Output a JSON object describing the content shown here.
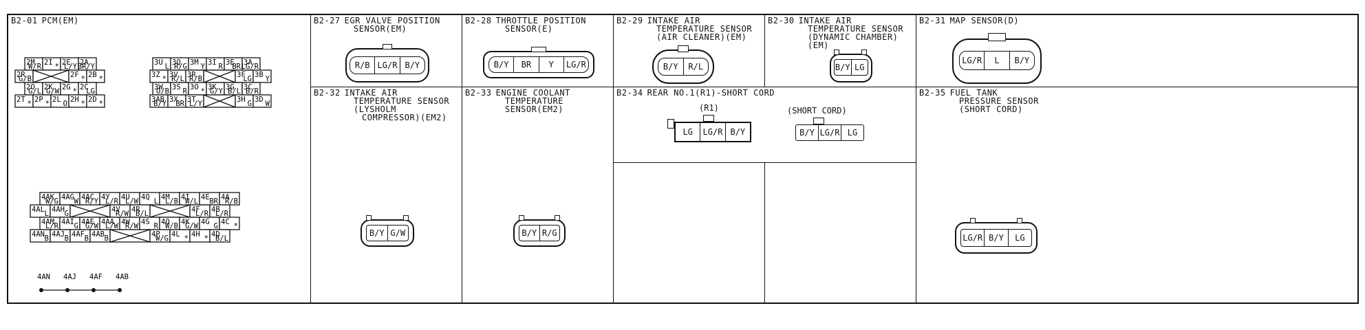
{
  "pcm": {
    "id": "B2-01",
    "name": "PCM(EM)",
    "block1": {
      "top": [
        [
          "2M",
          "W/R"
        ],
        [
          "2I",
          "*"
        ],
        [
          "2E",
          "L/Y"
        ],
        [
          "2A",
          "BR/Y"
        ]
      ],
      "mid_left": [
        "2R",
        "G/B"
      ],
      "mid_right": [
        [
          "2F",
          "*"
        ],
        [
          "2B",
          "*"
        ]
      ],
      "r2": [
        [
          "2O",
          "G/L"
        ],
        [
          "2K",
          "G/W"
        ],
        [
          "2G",
          "*"
        ],
        [
          "2C",
          "LG"
        ]
      ],
      "r3": [
        [
          "2T",
          "*"
        ],
        [
          "2P",
          "*"
        ],
        [
          "2L",
          "O"
        ],
        [
          "2H",
          "*"
        ],
        [
          "2D",
          "*"
        ]
      ]
    },
    "block2": {
      "top": [
        [
          "3U",
          "L"
        ],
        [
          "3Q",
          "R/G"
        ],
        [
          "3M",
          "Y"
        ],
        [
          "3I",
          "R"
        ],
        [
          "3E",
          "BR"
        ],
        [
          "3A",
          "LG/R"
        ]
      ],
      "mid_left": [
        [
          "3Z",
          "*"
        ],
        [
          "3V",
          "R/L"
        ],
        [
          "3R",
          "R/B"
        ]
      ],
      "mid_right": [
        [
          "3F",
          "LG"
        ],
        [
          "3B",
          "Y"
        ]
      ],
      "r2": [
        [
          "3W",
          "O/B"
        ],
        [
          "3S",
          "R"
        ],
        [
          "3O",
          "*"
        ],
        [
          "3K",
          "G/Y"
        ],
        [
          "3G",
          "B/L"
        ],
        [
          "3C",
          "B/R"
        ]
      ],
      "r3_left": [
        [
          "3AB",
          "B/Y"
        ],
        [
          "3X",
          "BR"
        ],
        [
          "3T",
          "L/Y"
        ]
      ],
      "r3_right": [
        [
          "3H",
          "G"
        ],
        [
          "3D",
          "W"
        ]
      ]
    },
    "block3": {
      "top": [
        [
          "4AK",
          "W/G"
        ],
        [
          "4AG",
          "W"
        ],
        [
          "4AC",
          "R/Y"
        ],
        [
          "4Y",
          "L/R"
        ],
        [
          "4U",
          "L/W"
        ],
        [
          "4Q",
          "L"
        ],
        [
          "4M",
          "L/B"
        ],
        [
          "4I",
          "W/L"
        ],
        [
          "4E",
          "BR"
        ],
        [
          "4A",
          "R/B"
        ]
      ],
      "r1_left": [
        [
          "4AL",
          "L"
        ],
        [
          "4AH",
          "G"
        ]
      ],
      "r1_mid": [
        [
          "4V",
          "R/W"
        ],
        [
          "4R",
          "B/L"
        ]
      ],
      "r1_right": [
        [
          "4F",
          "L/R"
        ],
        [
          "4B",
          "L/R"
        ]
      ],
      "r2": [
        [
          "4AM",
          "L/R"
        ],
        [
          "4AI",
          "G"
        ],
        [
          "4AE",
          "G/W"
        ],
        [
          "4AA",
          "L/W"
        ],
        [
          "4W",
          "R/W"
        ],
        [
          "4S",
          "R"
        ],
        [
          "4O",
          "W/B"
        ],
        [
          "4K",
          "G/W"
        ],
        [
          "4G",
          "G"
        ],
        [
          "4C",
          "*"
        ]
      ],
      "r3_left": [
        [
          "4AN",
          "B"
        ],
        [
          "4AJ",
          "B"
        ],
        [
          "4AF",
          "B"
        ],
        [
          "4AB",
          "B"
        ]
      ],
      "r3_right": [
        [
          "4P",
          "W/G"
        ],
        [
          "4L",
          "*"
        ],
        [
          "4H",
          "*"
        ],
        [
          "4D",
          "B/L"
        ]
      ]
    },
    "joint": [
      "4AN",
      "4AJ",
      "4AF",
      "4AB"
    ]
  },
  "cells": [
    {
      "id": "B2-27",
      "lines": [
        "EGR VALVE POSITION",
        "SENSOR(EM)"
      ],
      "pins": [
        "R/B",
        "LG/R",
        "B/Y"
      ]
    },
    {
      "id": "B2-28",
      "lines": [
        "THROTTLE POSITION",
        "SENSOR(E)"
      ],
      "pins": [
        "B/Y",
        "BR",
        "Y",
        "LG/R"
      ]
    },
    {
      "id": "B2-29",
      "lines": [
        "INTAKE AIR",
        "TEMPERATURE SENSOR",
        "(AIR CLEANER)(EM)"
      ],
      "pins": [
        "B/Y",
        "R/L"
      ]
    },
    {
      "id": "B2-30",
      "lines": [
        "INTAKE AIR",
        "TEMPERATURE SENSOR",
        "(DYNAMIC CHAMBER)",
        "(EM)"
      ],
      "pins": [
        "B/Y",
        "LG"
      ]
    },
    {
      "id": "B2-31",
      "lines": [
        "MAP SENSOR(D)"
      ],
      "pins": [
        "LG/R",
        "L",
        "B/Y"
      ]
    },
    {
      "id": "B2-32",
      "lines": [
        "INTAKE AIR",
        "TEMPERATURE SENSOR",
        "(LYSHOLM",
        "COMPRESSOR)(EM2)"
      ],
      "pins": [
        "B/Y",
        "G/W"
      ]
    },
    {
      "id": "B2-33",
      "lines": [
        "ENGINE COOLANT",
        "TEMPERATURE",
        "SENSOR(EM2)"
      ],
      "pins": [
        "B/Y",
        "R/G"
      ]
    },
    {
      "id": "B2-35",
      "lines": [
        "FUEL TANK",
        "PRESSURE SENSOR",
        "(SHORT CORD)"
      ],
      "pins": [
        "LG/R",
        "B/Y",
        "LG"
      ]
    }
  ],
  "rear": {
    "id": "B2-34",
    "title": "REAR NO.1(R1)-SHORT CORD",
    "r1_label": "(R1)",
    "r1_pins": [
      "LG",
      "LG/R",
      "B/Y"
    ],
    "sc_label": "(SHORT CORD)",
    "sc_pins": [
      "B/Y",
      "LG/R",
      "LG"
    ]
  }
}
